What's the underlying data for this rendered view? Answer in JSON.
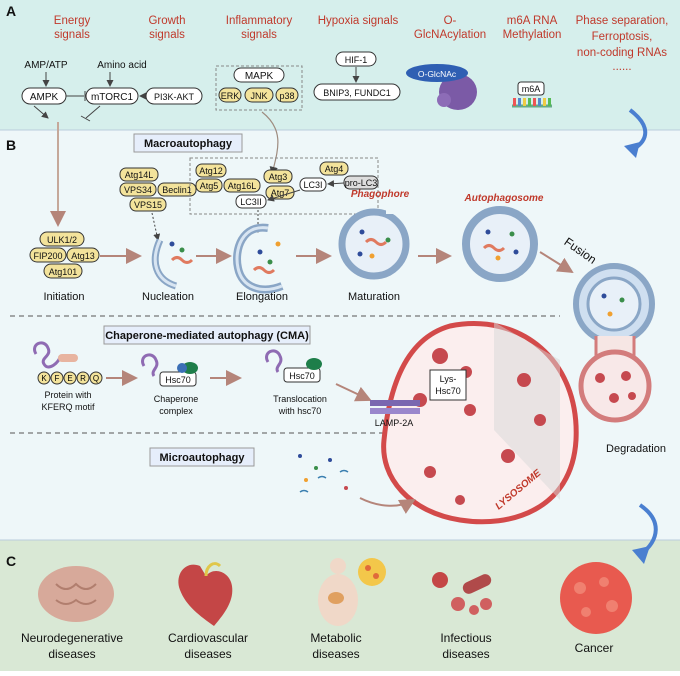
{
  "section_a": {
    "label": "A",
    "signals": [
      "Energy",
      "signals",
      "Growth",
      "signals",
      "Inflammatory",
      "signals",
      "Hypoxia signals",
      "O-",
      "GlcNAcylation",
      "m6A RNA",
      "Methylation",
      "Phase separation,",
      "Ferroptosis,",
      "non-coding RNAs",
      "......"
    ],
    "nodes": [
      "AMP/ATP",
      "Amino acid",
      "AMPK",
      "mTORC1",
      "PI3K-AKT",
      "MAPK",
      "ERK",
      "JNK",
      "p38",
      "HIF-1",
      "BNIP3, FUNDC1",
      "O-GlcNAc",
      "m6A"
    ]
  },
  "section_b": {
    "label": "B",
    "macro_title": "Macroautophagy",
    "initiation_proteins": [
      "ULK1/2",
      "FIP200",
      "Atg13",
      "Atg101"
    ],
    "nucleation_proteins": [
      "Atg14L",
      "VPS34",
      "Beclin1",
      "VPS15"
    ],
    "elongation_proteins": [
      "Atg12",
      "Atg5",
      "Atg16L",
      "Atg3",
      "Atg7",
      "Atg4",
      "LC3I",
      "pro-LC3",
      "LC3II"
    ],
    "stages": [
      "Initiation",
      "Nucleation",
      "Elongation",
      "Maturation"
    ],
    "phagophore": "Phagophore",
    "autophagosome": "Autophagosome",
    "fusion": "Fusion",
    "degradation": "Degradation",
    "cma_title": "Chaperone-mediated autophagy (CMA)",
    "kferq_letters": [
      "K",
      "F",
      "E",
      "R",
      "Q"
    ],
    "cma_steps": [
      "Protein with",
      "KFERQ motif",
      "Chaperone",
      "complex",
      "Translocation",
      "with hsc70"
    ],
    "hsc70": "Hsc70",
    "lys_hsc70": [
      "Lys-",
      "Hsc70"
    ],
    "lamp2a": "LAMP-2A",
    "micro_title": "Microautophagy",
    "lysosome": "LYSOSOME"
  },
  "section_c": {
    "label": "C",
    "diseases": [
      "Neurodegenerative",
      "diseases",
      "Cardiovascular",
      "diseases",
      "Metabolic",
      "diseases",
      "Infectious",
      "diseases",
      "Cancer"
    ]
  }
}
